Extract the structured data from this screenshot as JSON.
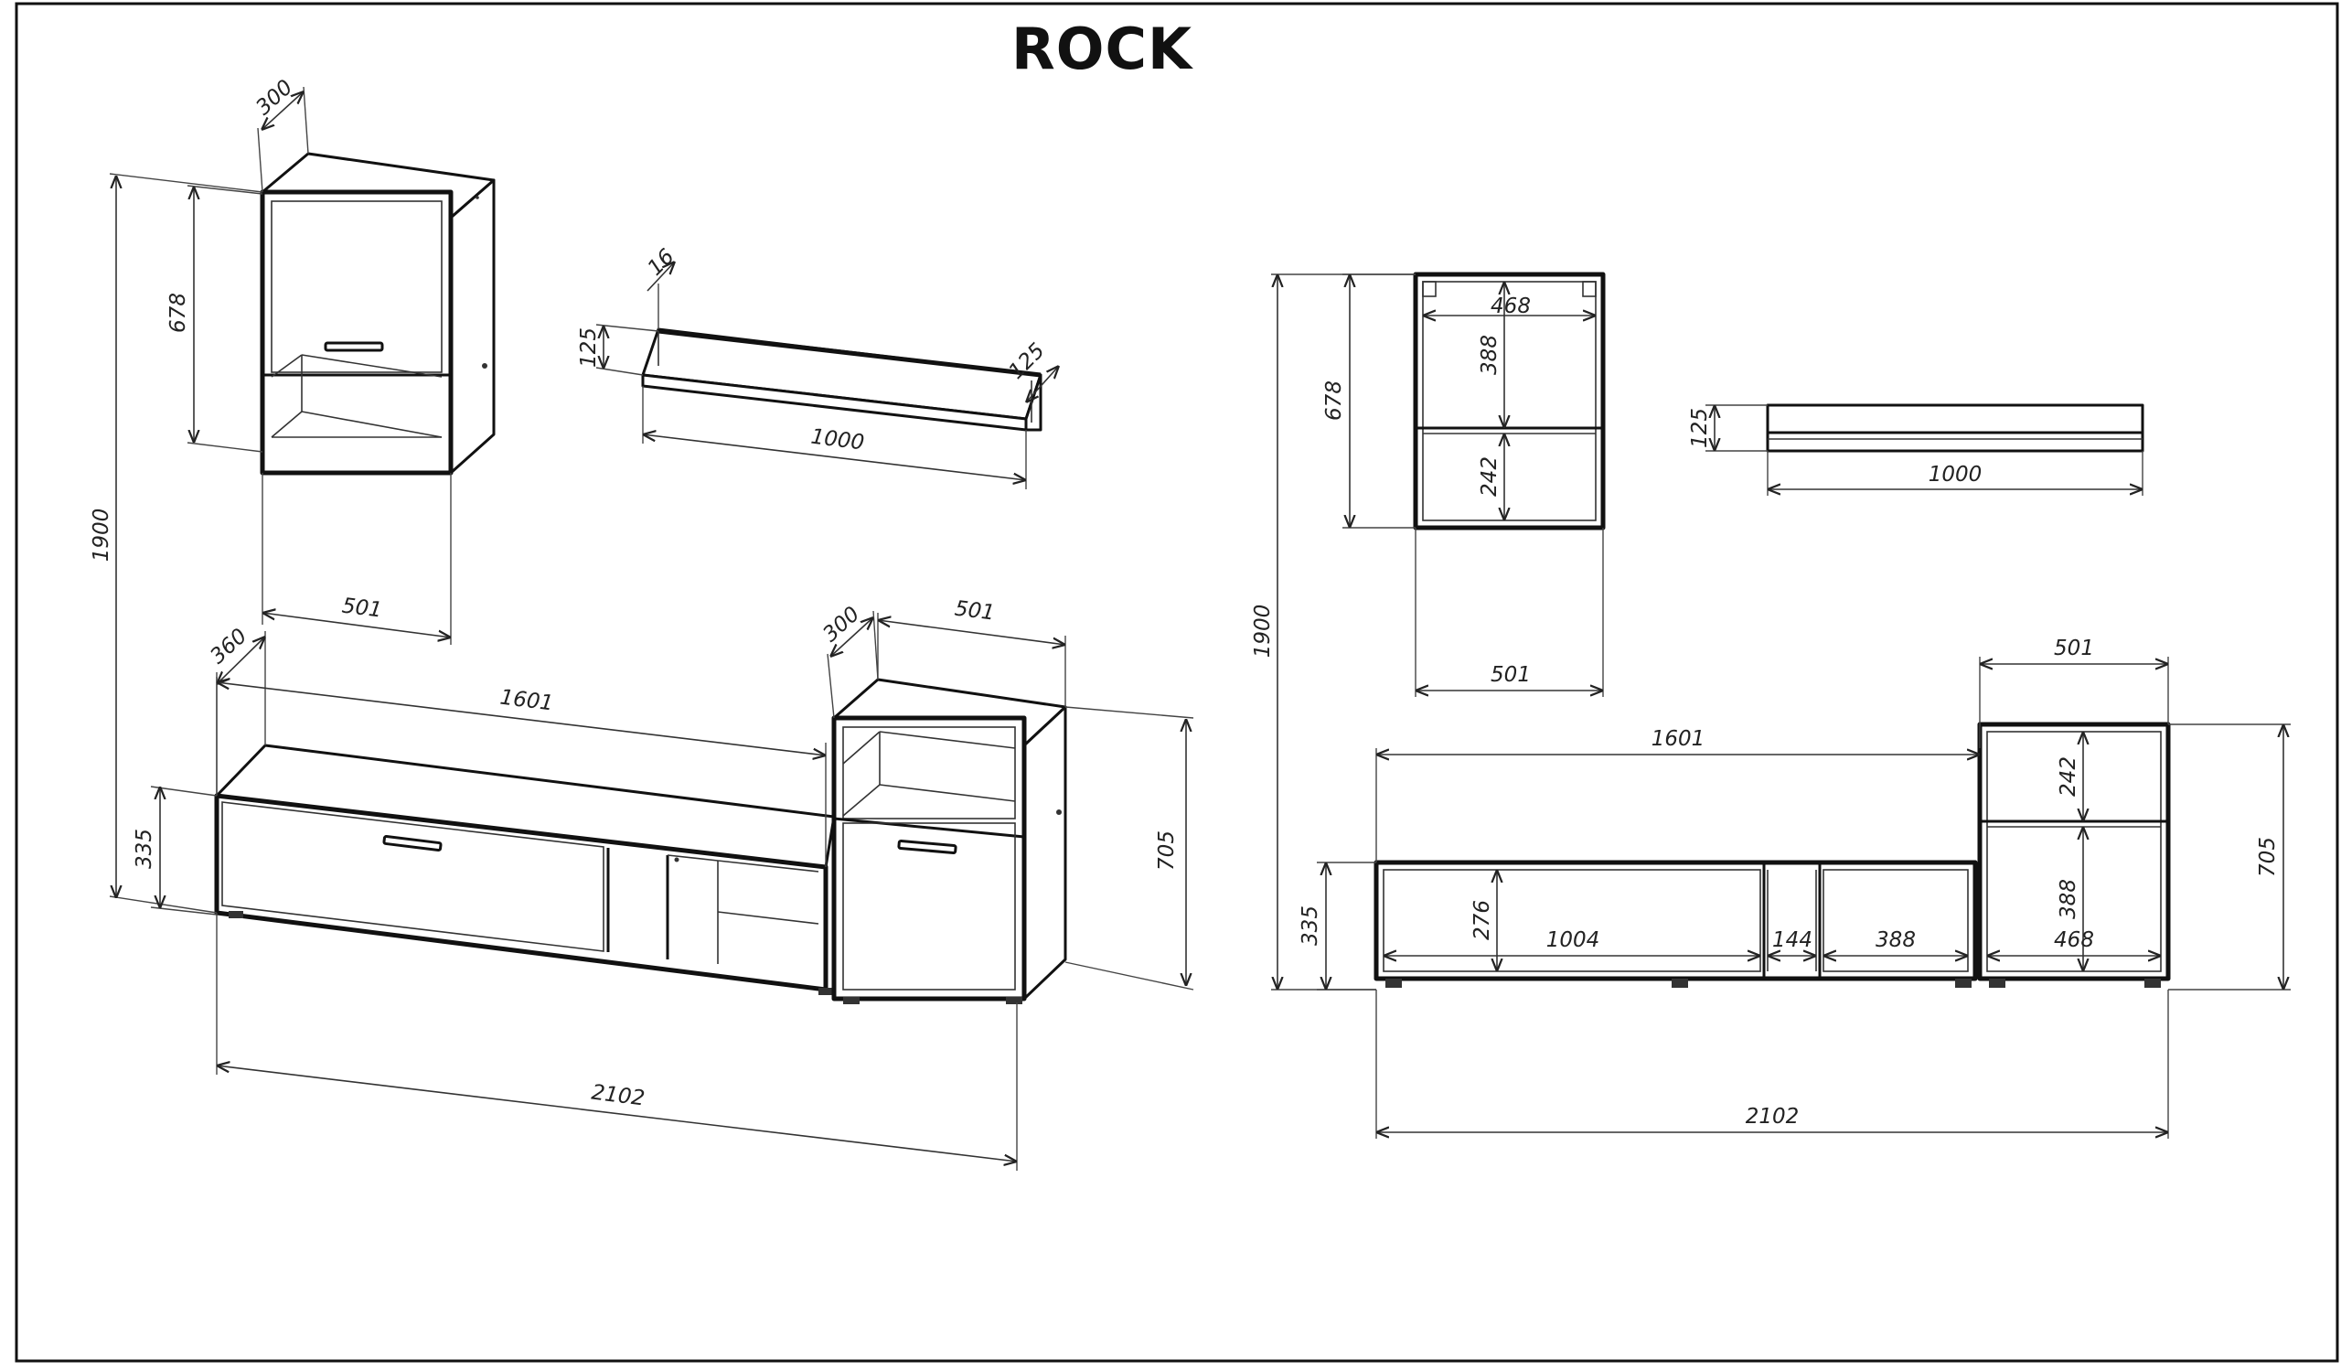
{
  "title": "ROCK",
  "dimensions": {
    "iso_total_height": "1900",
    "iso_wall_width": "501",
    "iso_wall_depth": "300",
    "iso_wall_height": "678",
    "iso_shelf_thickness": "16",
    "iso_shelf_height": "125",
    "iso_shelf_depth": "125",
    "iso_shelf_length": "1000",
    "iso_tv_depth": "360",
    "iso_tv_length": "1601",
    "iso_tv_height": "335",
    "iso_cab_depth": "300",
    "iso_cab_width": "501",
    "iso_cab_height": "705",
    "iso_total_length": "2102",
    "front_total_height": "1900",
    "front_wall_height": "678",
    "front_wall_inner_width": "468",
    "front_wall_upper": "388",
    "front_wall_lower": "242",
    "front_wall_width": "501",
    "front_shelf_height": "125",
    "front_shelf_length": "1000",
    "front_tv_length": "1601",
    "front_tv_height": "335",
    "front_tv_inner_height": "276",
    "front_tv_comp1": "1004",
    "front_tv_comp2": "144",
    "front_tv_comp3": "388",
    "front_cab_width": "501",
    "front_cab_upper": "242",
    "front_cab_lower": "388",
    "front_cab_inner": "468",
    "front_cab_height": "705",
    "front_total_length": "2102"
  }
}
